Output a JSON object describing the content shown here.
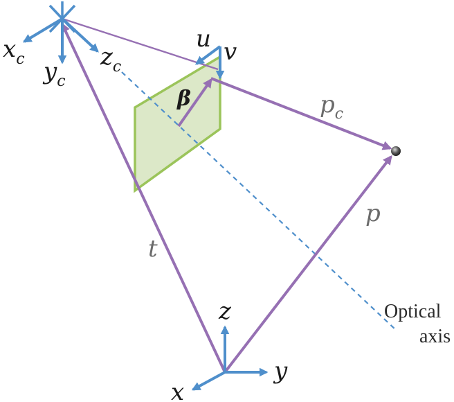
{
  "colors": {
    "axis_blue": "#4f8fcb",
    "vector_purple": "#9670b3",
    "plane_fill": "#dce8c8",
    "plane_stroke": "#9bc45a",
    "point": "#3a3a3a"
  },
  "labels": {
    "camera_x": "x",
    "camera_x_sub": "c",
    "camera_y": "y",
    "camera_y_sub": "c",
    "camera_z": "z",
    "camera_z_sub": "c",
    "image_u": "u",
    "image_v": "v",
    "beta": "β",
    "pc": "p",
    "pc_sub": "c",
    "p": "p",
    "t": "t",
    "world_x": "x",
    "world_y": "y",
    "world_z": "z",
    "optical_axis_line1": "Optical",
    "optical_axis_line2": "axis"
  }
}
